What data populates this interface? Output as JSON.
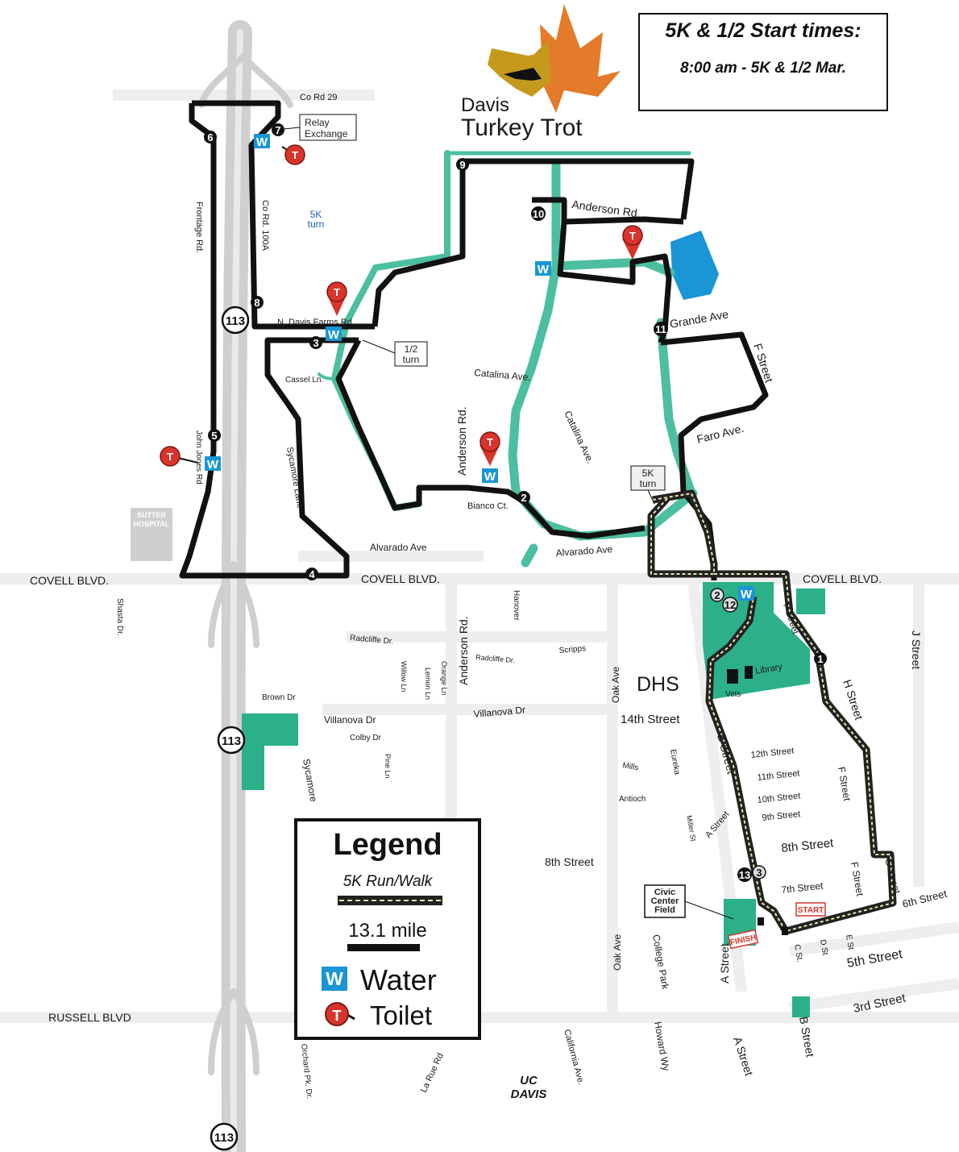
{
  "event": {
    "title_line1": "Davis",
    "title_line2": "Turkey Trot"
  },
  "start_times": {
    "title": "5K & 1/2 Start times:",
    "line": "8:00 am - 5K & 1/2 Mar."
  },
  "legend": {
    "title": "Legend",
    "route_5k": "5K Run/Walk",
    "route_half": "13.1 mile",
    "water": "Water",
    "water_icon": "W",
    "toilet": "Toilet",
    "toilet_icon": "T"
  },
  "colors": {
    "route_half": "#111111",
    "route_5k_dash": "#e9e4a8",
    "greenway": "#4bbf9f",
    "park": "#2bb08a",
    "pond": "#1a95d6",
    "water": "#1a95d6",
    "toilet": "#d9342b",
    "highway": "#cfcfcf"
  },
  "highway": {
    "shield": "113"
  },
  "callouts": {
    "relay": "Relay\nExchange",
    "half_turn": "1/2\nturn",
    "fivek_turn": "5K\nturn",
    "fivek_turn_blue": "5K\nturn",
    "civic": "Civic\nCenter\nField",
    "start": "START",
    "finish": "FINISH"
  },
  "places": {
    "sutter": "SUTTER\nHOSPITAL",
    "dhs": "DHS",
    "library": "Library",
    "vets": "Vets",
    "uc_davis": "UC\nDAVIS"
  },
  "streets": {
    "co_rd_29": "Co Rd 29",
    "frontage": "Frontage Rd.",
    "co_rd_100a": "Co Rd. 100A",
    "n_davis_farms": "N. Davis Farms Rd",
    "cassel": "Cassel Ln.",
    "john_jones": "John Jones Rd",
    "sycamore_lane": "Sycamore Lane",
    "covell_1": "COVELL BLVD.",
    "covell_2": "COVELL BLVD.",
    "covell_3": "COVELL BLVD.",
    "shasta": "Shasta Dr.",
    "anderson_rd_top": "Anderson Rd.",
    "anderson_rd_mid": "Anderson Rd.",
    "anderson_rd_low": "Anderson Rd.",
    "catalina_1": "Catalina Ave.",
    "catalina_2": "Catalina Ave.",
    "bianco": "Bianco Ct.",
    "alvarado_1": "Alvarado Ave",
    "alvarado_2": "Alvarado Ave",
    "grande": "Grande Ave",
    "f_street_top": "F Street",
    "faro": "Faro Ave.",
    "f_street_short": "F Street",
    "j_street": "J Street",
    "h_street": "H Street",
    "f_street_mid": "F Street",
    "f_street_low": "F Street",
    "g_street": "G Street",
    "sixth": "6th Street",
    "fifth": "5th Street",
    "third": "3rd Street",
    "b_street_mid": "B Street",
    "b_street_low": "B Street",
    "a_street_diag": "A Street",
    "a_street_1": "A Street",
    "a_street_2": "A Street",
    "twelfth": "12th Street",
    "eleventh": "11th Street",
    "tenth": "10th Street",
    "ninth": "9th Street",
    "eighth_1": "8th Street",
    "eighth_2": "8th Street",
    "seventh": "7th Street",
    "fourteenth": "14th Street",
    "hanover": "Hanover",
    "radcliffe_1": "Radcliffe Dr.",
    "radcliffe_2": "Radcliffe Dr.",
    "scripps": "Scripps",
    "oak_ave_1": "Oak Ave",
    "oak_ave_2": "Oak Ave",
    "willow": "Willow Ln",
    "orange": "Orange Ln",
    "lemon": "Lemon Ln",
    "villanova_1": "Villanova Dr",
    "villanova_2": "Villanova Dr",
    "colby": "Colby Dr",
    "pine": "Pine Ln",
    "brown": "Brown Dr",
    "sycamore": "Sycamore",
    "mills": "Mills",
    "eureka": "Eureka",
    "antioch": "Antioch",
    "miller": "Miller St",
    "c_st": "C St.",
    "d_st": "D St",
    "e_st": "E St",
    "college_park": "College Park",
    "howard": "Howard Wy",
    "russell": "RUSSELL BLVD",
    "orchard": "Orchard Pk. Dr.",
    "la_rue": "La Rue Rd",
    "california": "California Ave."
  },
  "waypoints": [
    "1",
    "2",
    "2",
    "3",
    "3",
    "4",
    "5",
    "6",
    "7",
    "8",
    "9",
    "10",
    "11",
    "12",
    "13"
  ]
}
